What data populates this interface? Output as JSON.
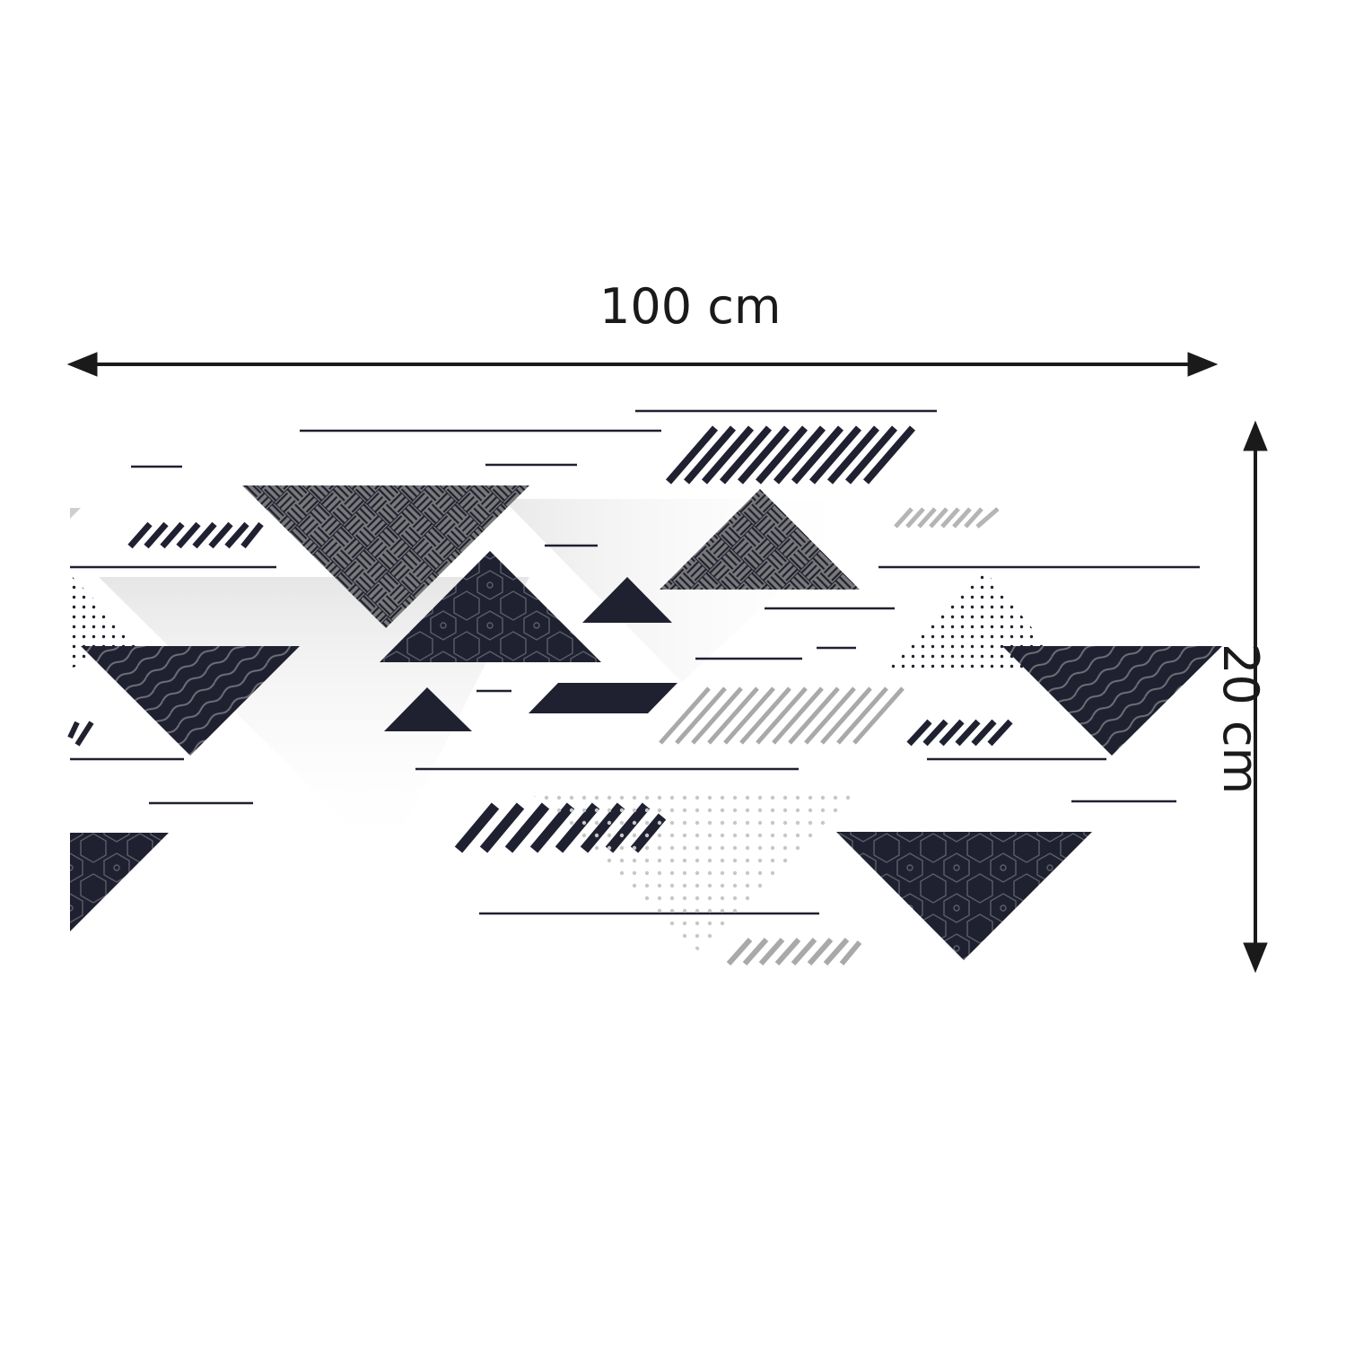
{
  "dimensions": {
    "width_label": "100 cm",
    "height_label": "20 cm"
  },
  "colors": {
    "navy": "#1f2130",
    "gray": "#7a7a7a",
    "light_gray": "#a9a9a9",
    "arrow": "#1a1a1a"
  },
  "artwork": {
    "pattern_names": [
      "basketweave",
      "hexagon",
      "wave",
      "dots",
      "diagonal-stripes"
    ]
  }
}
